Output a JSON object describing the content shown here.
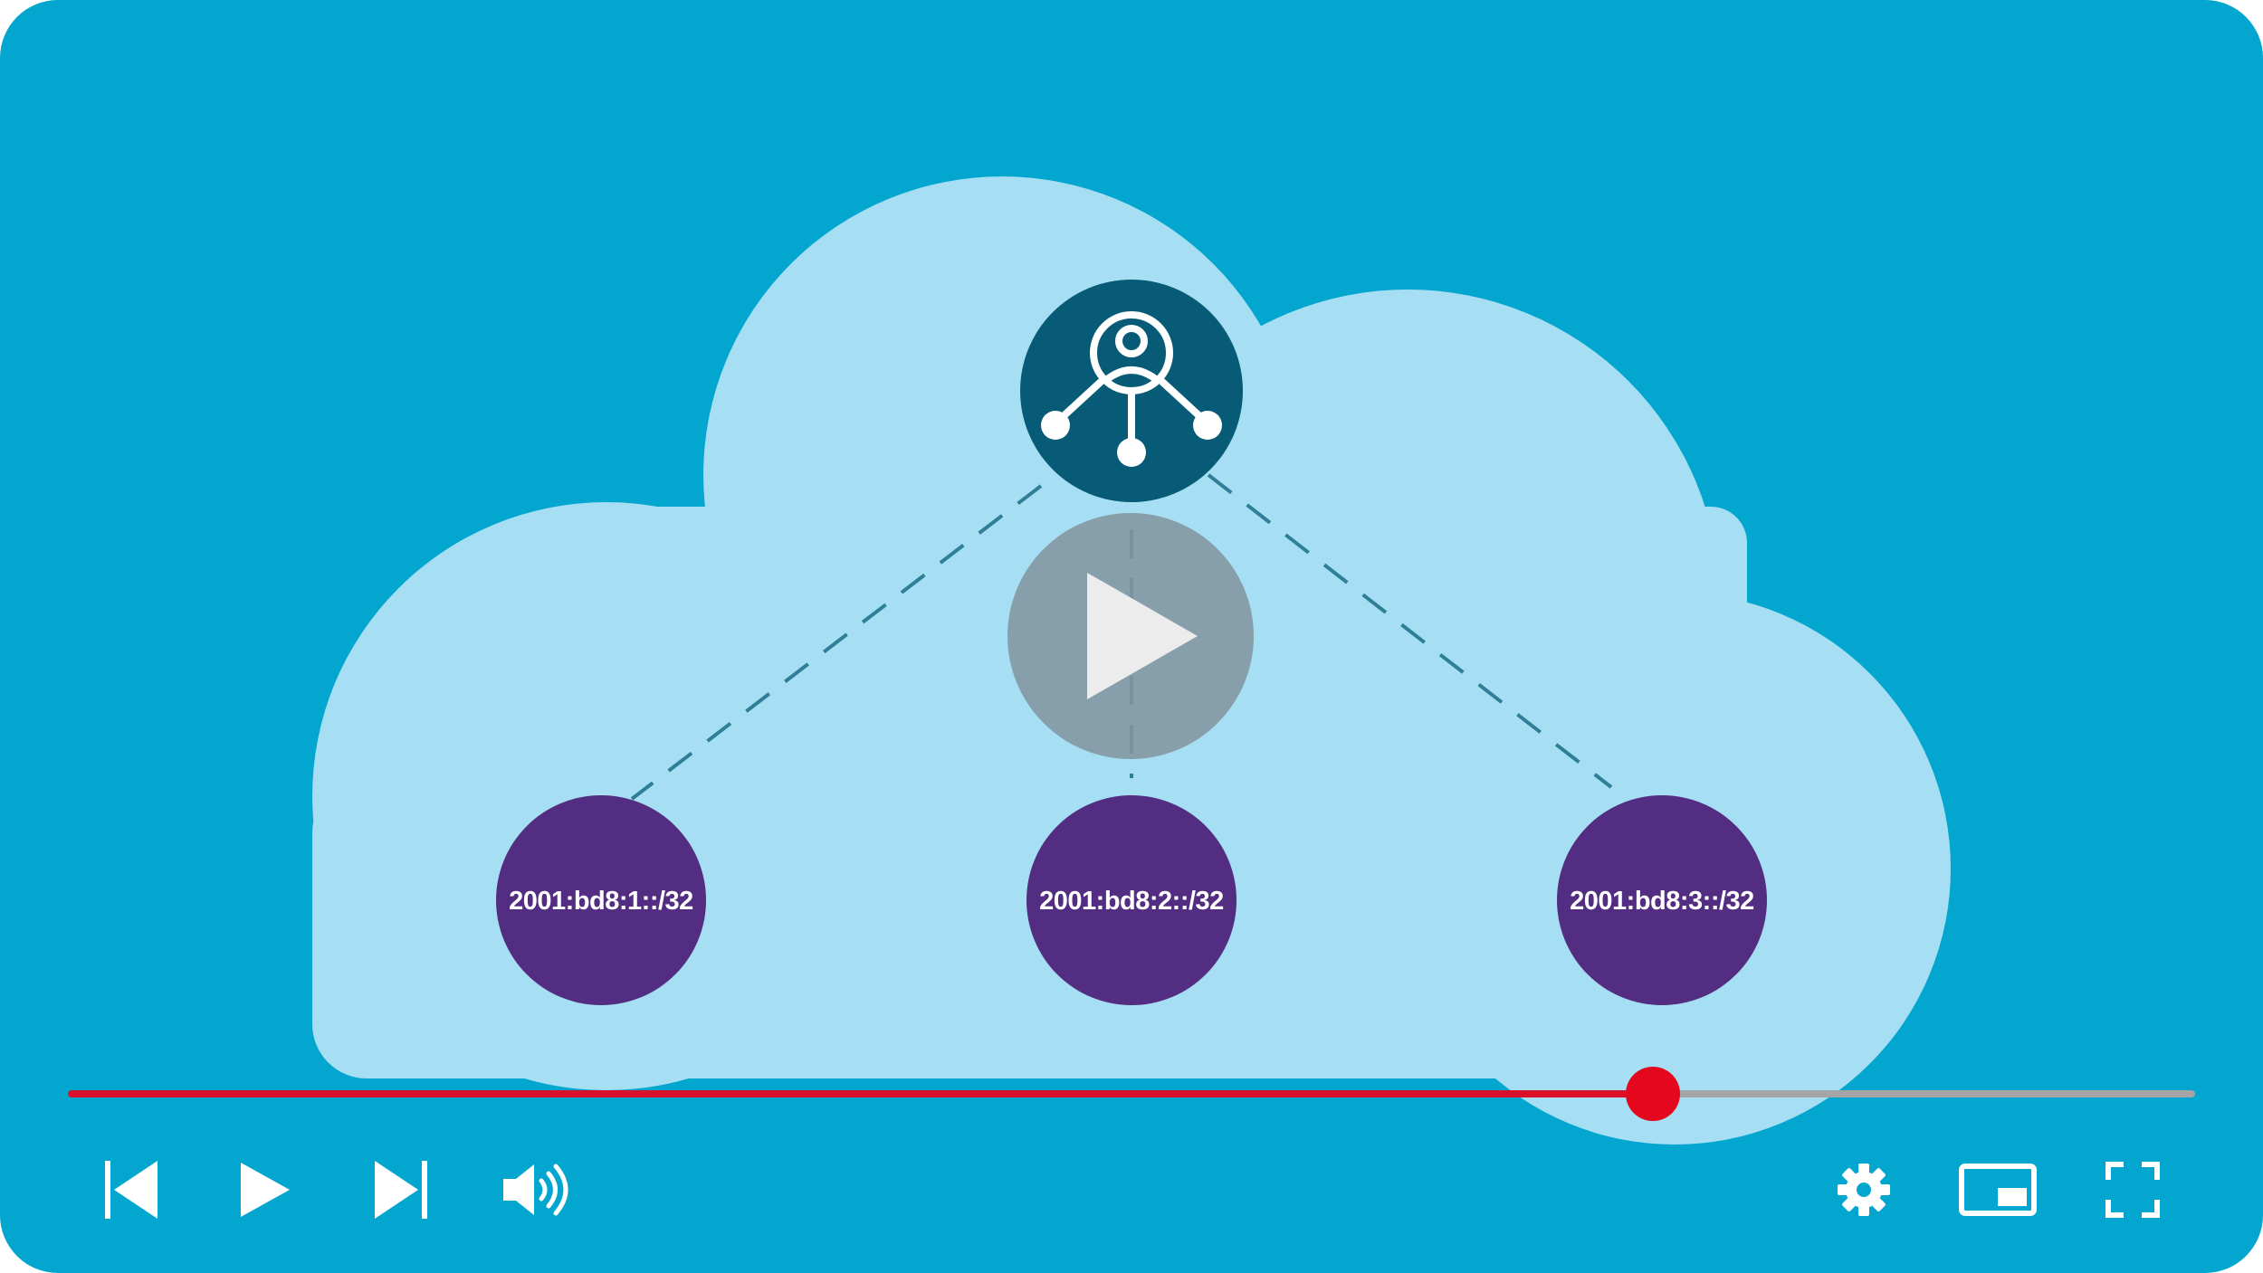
{
  "video": {
    "nodes": [
      {
        "label": "2001:bd8:1::/32"
      },
      {
        "label": "2001:bd8:2::/32"
      },
      {
        "label": "2001:bd8:3::/32"
      }
    ],
    "hub_icon": "network-hub-person-icon",
    "big_play_icon": "play-icon"
  },
  "player": {
    "progress_fraction": 0.745,
    "controls": {
      "left": [
        "skip-previous-icon",
        "play-icon",
        "skip-next-icon",
        "volume-icon"
      ],
      "right": [
        "settings-gear-icon",
        "miniplayer-icon",
        "fullscreen-icon"
      ]
    }
  },
  "colors": {
    "background": "#03a6cf",
    "cloud": "#a6dff3",
    "hub": "#075b77",
    "node": "#532d82",
    "progress_played": "#d8102a",
    "progress_track": "#a5a5a5",
    "thumb": "#e5071d",
    "controls": "#ffffff"
  }
}
